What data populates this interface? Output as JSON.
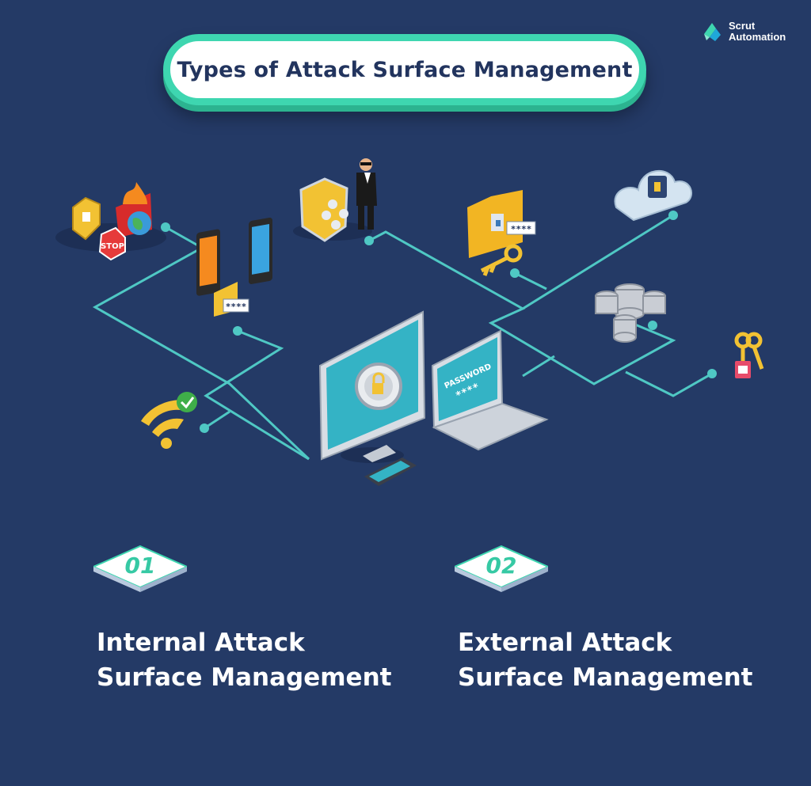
{
  "brand": {
    "line1": "Scrut",
    "line2": "Automation"
  },
  "title": "Types of Attack Surface Management",
  "illustration": {
    "laptop_screen_text": "PASSWORD",
    "laptop_password_mask": "****",
    "stop_sign_text": "STOP",
    "phone_password_mask": "****",
    "folder_password_mask": "****"
  },
  "types": [
    {
      "number": "01",
      "line1": "Internal Attack",
      "line2": "Surface Management"
    },
    {
      "number": "02",
      "line1": "External Attack",
      "line2": "Surface Management"
    }
  ],
  "colors": {
    "background": "#243a66",
    "accent": "#3ed6b0",
    "line": "#4fc8c4",
    "title_text": "#22345e"
  }
}
